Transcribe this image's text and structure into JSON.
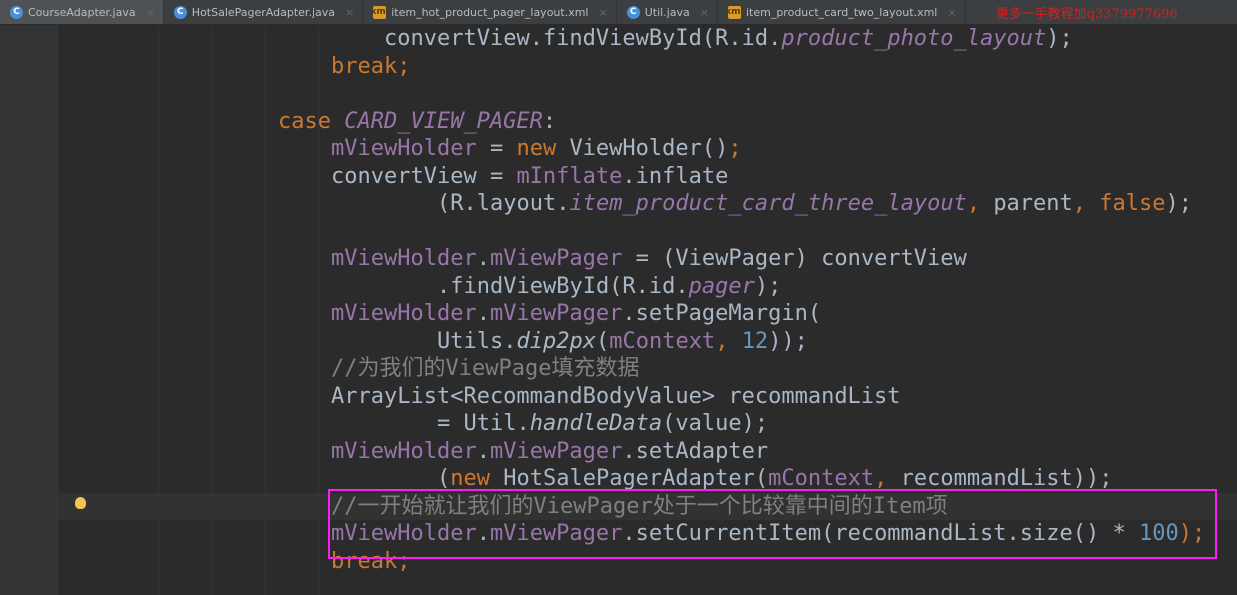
{
  "tabs": [
    {
      "label": "CourseAdapter.java",
      "icon": "C",
      "type": "java"
    },
    {
      "label": "HotSalePagerAdapter.java",
      "icon": "C",
      "type": "java"
    },
    {
      "label": "item_hot_product_pager_layout.xml",
      "icon": "xml",
      "type": "xml"
    },
    {
      "label": "Util.java",
      "icon": "C",
      "type": "java"
    },
    {
      "label": "item_product_card_two_layout.xml",
      "icon": "xml",
      "type": "xml"
    }
  ],
  "watermark": "更多一手教程加q3379977696",
  "colors": {
    "keyword": "#cc7832",
    "field": "#9876aa",
    "number": "#6897bb",
    "comment": "#808080",
    "text": "#a9b7c6",
    "highlight_box": "#ff1cf0"
  },
  "code_lines": [
    {
      "indent": 12,
      "tokens": [
        [
          "convertView.findViewById(R.id.",
          ""
        ],
        [
          "product_photo_layout",
          "st"
        ],
        [
          ");",
          ""
        ]
      ]
    },
    {
      "indent": 8,
      "tokens": [
        [
          "break;",
          "kw"
        ]
      ]
    },
    {
      "indent": 0,
      "tokens": []
    },
    {
      "indent": 4,
      "tokens": [
        [
          "case ",
          "kw"
        ],
        [
          "CARD_VIEW_PAGER",
          "st"
        ],
        [
          ":",
          ""
        ]
      ]
    },
    {
      "indent": 8,
      "tokens": [
        [
          "mViewHolder",
          "fd"
        ],
        [
          " = ",
          ""
        ],
        [
          "new ",
          "kw"
        ],
        [
          "ViewHolder()",
          ""
        ],
        [
          ";",
          "kw"
        ]
      ]
    },
    {
      "indent": 8,
      "tokens": [
        [
          "convertView = ",
          ""
        ],
        [
          "mInflate",
          "fd"
        ],
        [
          ".inflate",
          ""
        ]
      ]
    },
    {
      "indent": 16,
      "tokens": [
        [
          "(R.layout.",
          ""
        ],
        [
          "item_product_card_three_layout",
          "st"
        ],
        [
          ", ",
          "kw"
        ],
        [
          "parent",
          ""
        ],
        [
          ", ",
          "kw"
        ],
        [
          "false",
          "kw"
        ],
        [
          ");",
          ""
        ]
      ]
    },
    {
      "indent": 0,
      "tokens": []
    },
    {
      "indent": 8,
      "tokens": [
        [
          "mViewHolder",
          "fd"
        ],
        [
          ".",
          ""
        ],
        [
          "mViewPager",
          "fd"
        ],
        [
          " = (ViewPager) convertView",
          ""
        ]
      ]
    },
    {
      "indent": 16,
      "tokens": [
        [
          ".findViewById(R.id.",
          ""
        ],
        [
          "pager",
          "st"
        ],
        [
          ");",
          ""
        ]
      ]
    },
    {
      "indent": 8,
      "tokens": [
        [
          "mViewHolder",
          "fd"
        ],
        [
          ".",
          ""
        ],
        [
          "mViewPager",
          "fd"
        ],
        [
          ".setPageMargin(",
          ""
        ]
      ]
    },
    {
      "indent": 16,
      "tokens": [
        [
          "Utils.",
          ""
        ],
        [
          "dip2px",
          "it"
        ],
        [
          "(",
          ""
        ],
        [
          "mContext",
          "fd"
        ],
        [
          ", ",
          "kw"
        ],
        [
          "12",
          "num"
        ],
        [
          "));",
          ""
        ]
      ]
    },
    {
      "indent": 8,
      "tokens": [
        [
          "//为我们的ViewPage填充数据",
          "cm"
        ]
      ]
    },
    {
      "indent": 8,
      "tokens": [
        [
          "ArrayList<RecommandBodyValue> recommandList",
          ""
        ]
      ]
    },
    {
      "indent": 16,
      "tokens": [
        [
          "= Util.",
          ""
        ],
        [
          "handleData",
          "it"
        ],
        [
          "(value);",
          ""
        ]
      ]
    },
    {
      "indent": 8,
      "tokens": [
        [
          "mViewHolder",
          "fd"
        ],
        [
          ".",
          ""
        ],
        [
          "mViewPager",
          "fd"
        ],
        [
          ".setAdapter",
          ""
        ]
      ]
    },
    {
      "indent": 16,
      "tokens": [
        [
          "(",
          ""
        ],
        [
          "new ",
          "kw"
        ],
        [
          "HotSalePagerAdapter(",
          ""
        ],
        [
          "mContext",
          "fd"
        ],
        [
          ", ",
          "kw"
        ],
        [
          "recommandList));",
          ""
        ]
      ]
    },
    {
      "indent": 8,
      "tokens": [
        [
          "//一开始就让我们的ViewPager处于一个比较靠中间的Item项",
          "cm"
        ]
      ]
    },
    {
      "indent": 8,
      "tokens": [
        [
          "mViewHolder",
          "fd"
        ],
        [
          ".",
          ""
        ],
        [
          "mViewPager",
          "fd"
        ],
        [
          ".setCurrentItem(recommandList.size() * ",
          ""
        ],
        [
          "100",
          "num"
        ],
        [
          ");",
          "kw"
        ]
      ]
    },
    {
      "indent": 8,
      "tokens": [
        [
          "break;",
          "kw"
        ]
      ]
    }
  ]
}
